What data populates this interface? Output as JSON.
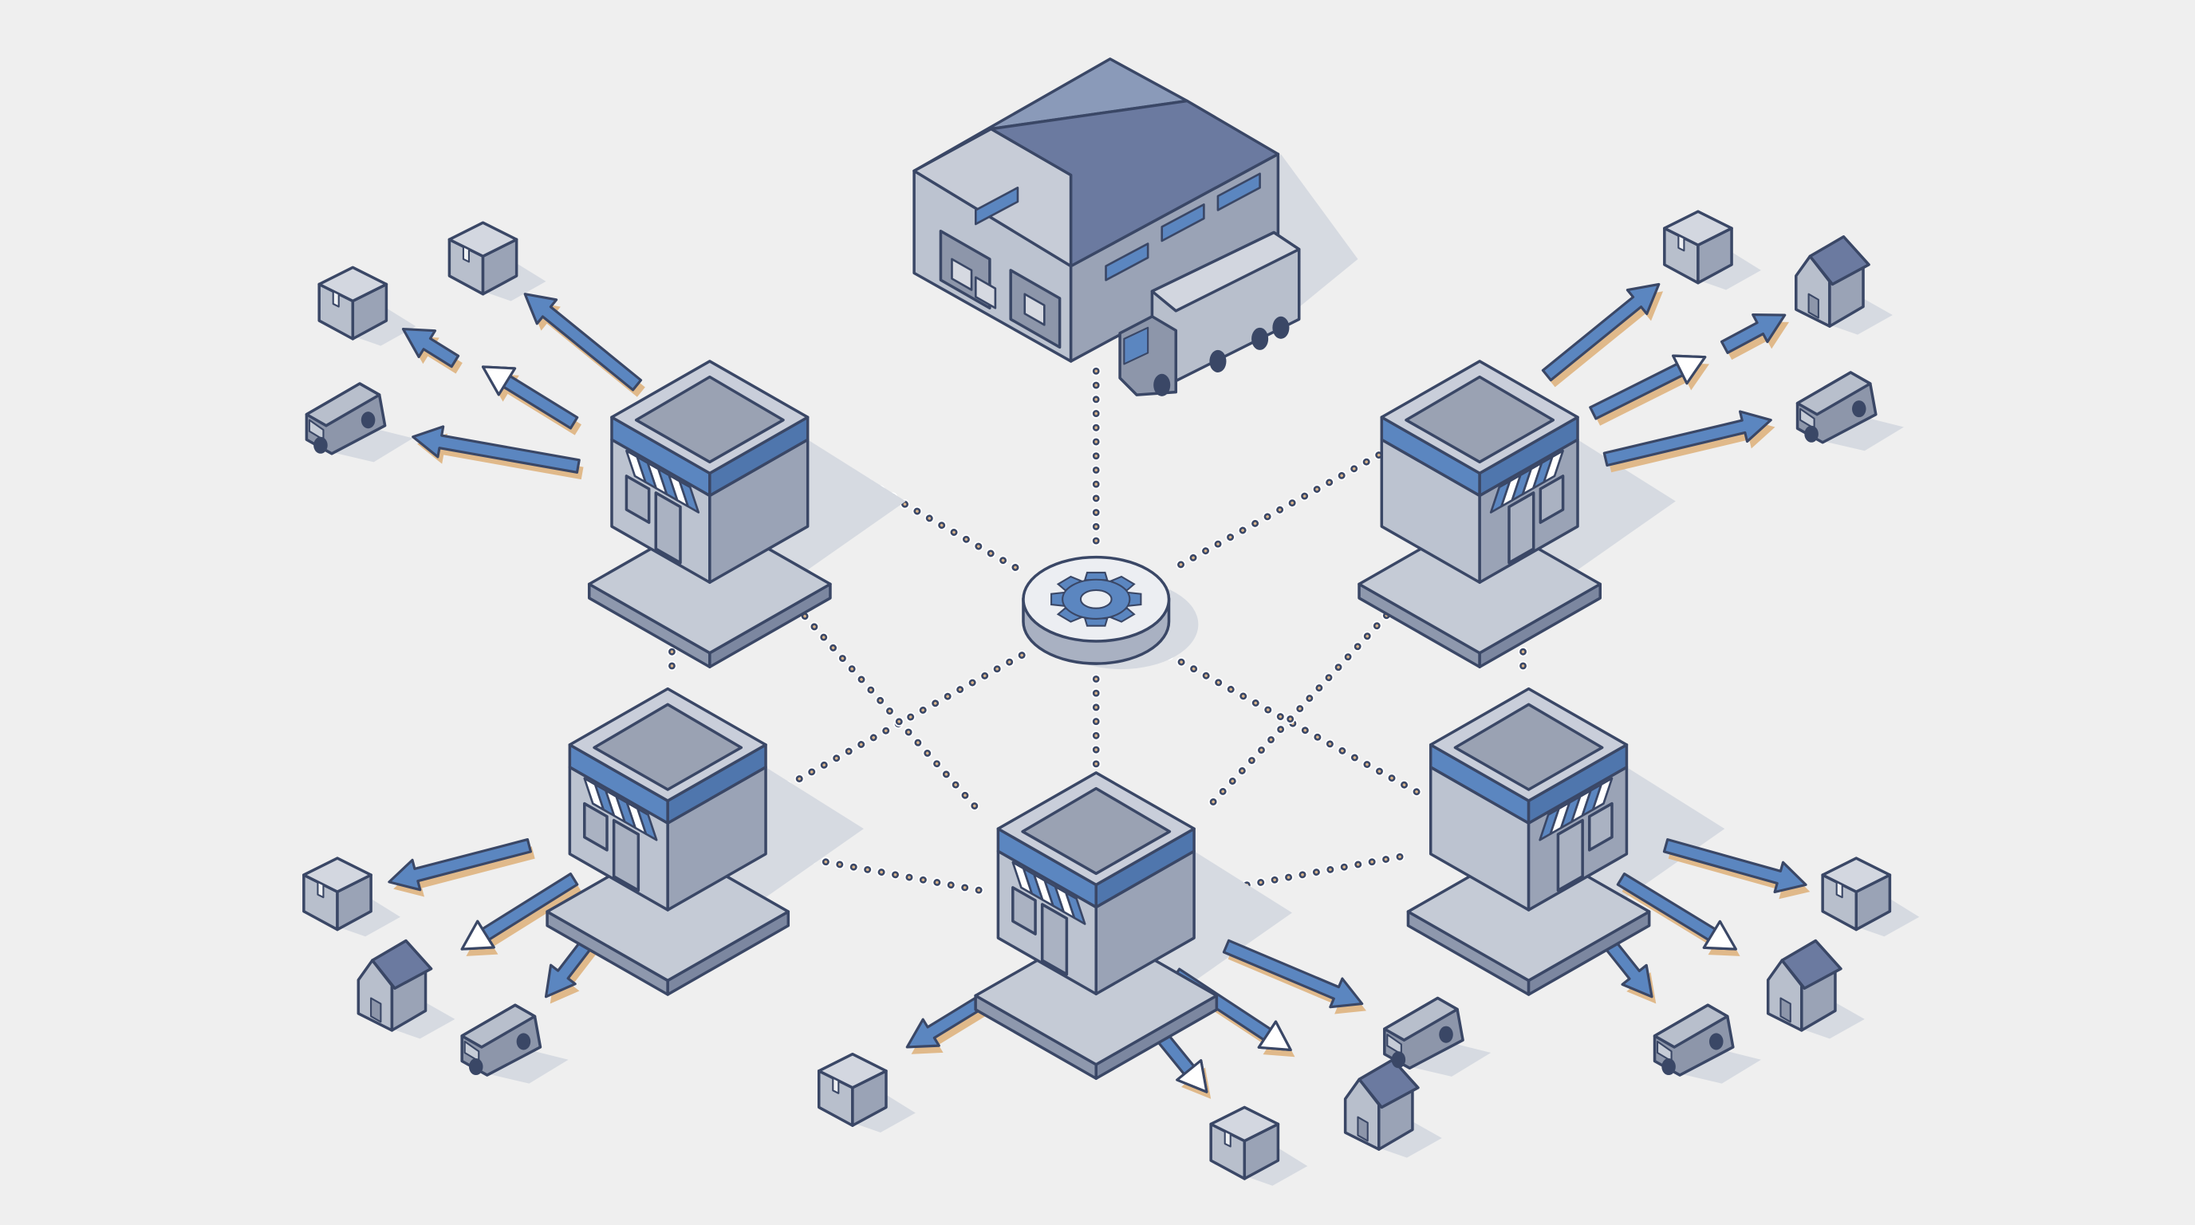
{
  "colors": {
    "background": "#efefef",
    "outline": "#3a4766",
    "accent_blue": "#5b86c0",
    "roof_dark": "#6b7aa0",
    "wall_light": "#bcc3d0",
    "wall_dark": "#9aa3b6",
    "shadow": "#d6dae1",
    "arrow_shadow": "#e0b98a",
    "dot_fill": "#d9b48a"
  },
  "nodes": {
    "warehouse": {
      "icon": "warehouse-icon"
    },
    "truck": {
      "icon": "truck-icon"
    },
    "hub": {
      "icon": "gear-icon"
    },
    "stores": [
      {
        "id": "store-top-left",
        "icon": "storefront-icon"
      },
      {
        "id": "store-top-right",
        "icon": "storefront-icon"
      },
      {
        "id": "store-middle-left",
        "icon": "storefront-icon"
      },
      {
        "id": "store-bottom-center",
        "icon": "storefront-icon"
      },
      {
        "id": "store-middle-right",
        "icon": "storefront-icon"
      }
    ]
  },
  "destinations": {
    "package_icon": "package-icon",
    "house_icon": "house-icon",
    "van_icon": "delivery-van-icon",
    "package_count": 7,
    "house_count": 4,
    "van_count": 5
  }
}
